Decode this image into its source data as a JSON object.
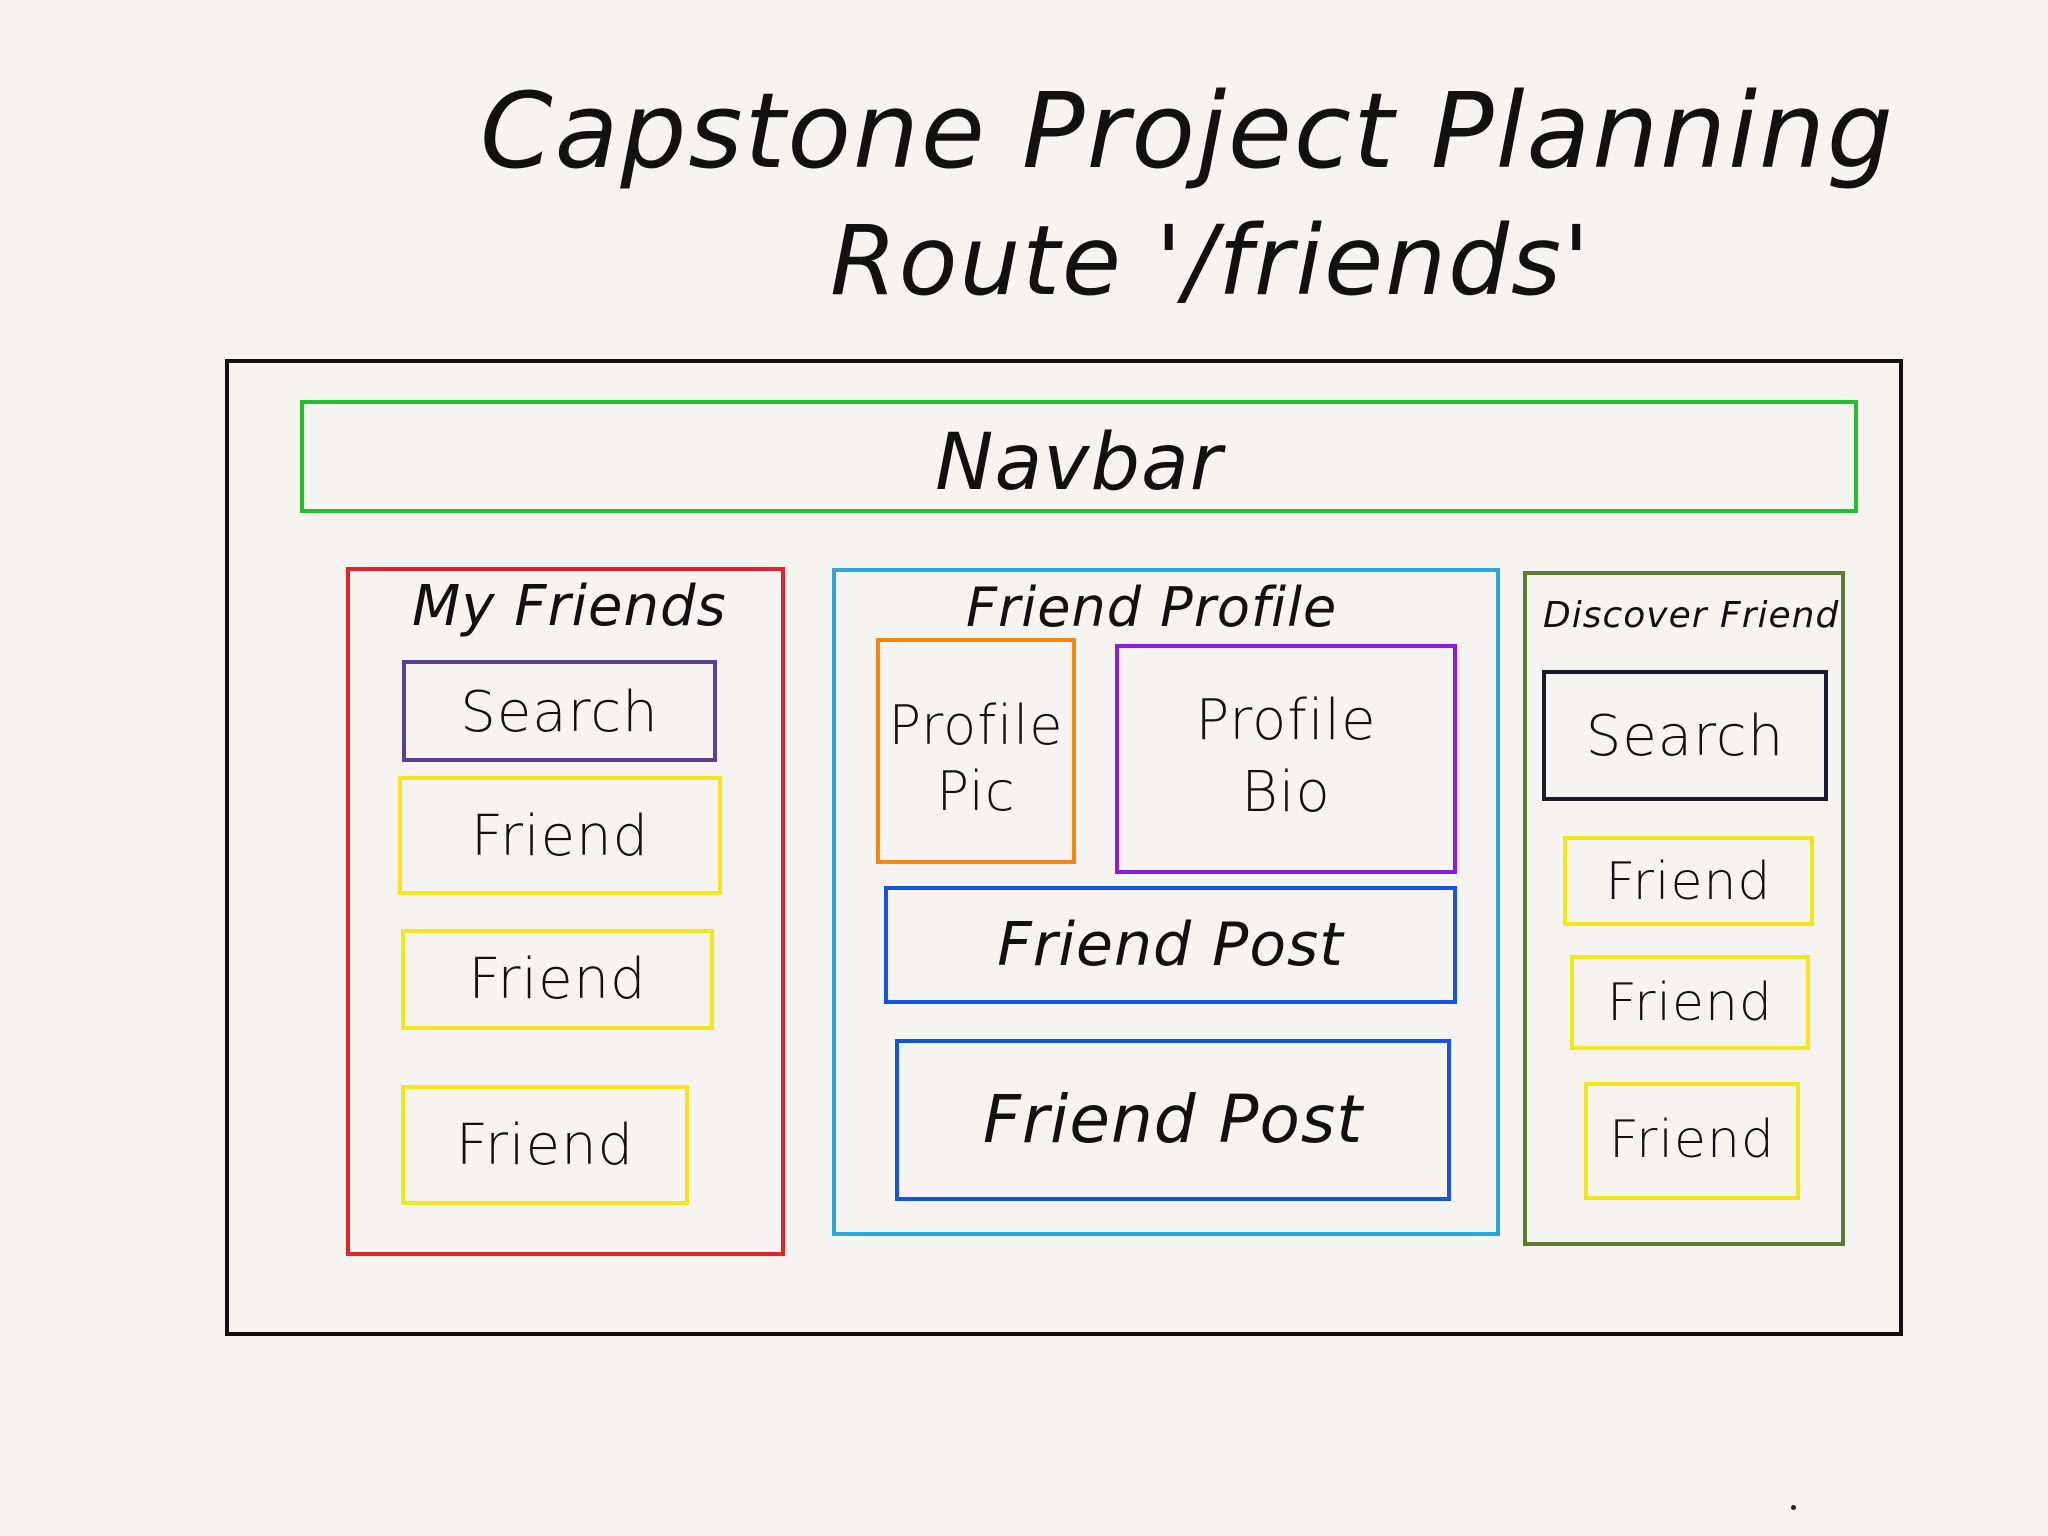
{
  "title": {
    "line1": "Capstone Project Planning",
    "line2": "Route '/friends'"
  },
  "page": {
    "navbar": "Navbar",
    "my_friends": {
      "heading": "My Friends",
      "search": "Search",
      "friends": [
        "Friend",
        "Friend",
        "Friend"
      ]
    },
    "friend_profile": {
      "heading": "Friend Profile",
      "profile_pic": [
        "Profile",
        "Pic"
      ],
      "profile_bio": [
        "Profile",
        "Bio"
      ],
      "posts": [
        "Friend Post",
        "Friend Post"
      ]
    },
    "discover_friends": {
      "heading": "Discover Friend",
      "search": "Search",
      "friends": [
        "Friend",
        "Friend",
        "Friend"
      ]
    }
  },
  "colors": {
    "page_frame": "#111111",
    "navbar": "#22c02a",
    "my_friends_panel": "#e0242a",
    "my_friends_search": "#5a3f96",
    "friend_item": "#f5e61a",
    "profile_panel": "#2aa7dc",
    "profile_pic": "#f7860f",
    "profile_bio": "#8c1de0",
    "friend_post": "#1554e0",
    "discover_panel": "#5e7a34",
    "discover_search": "#1a1a2e"
  }
}
